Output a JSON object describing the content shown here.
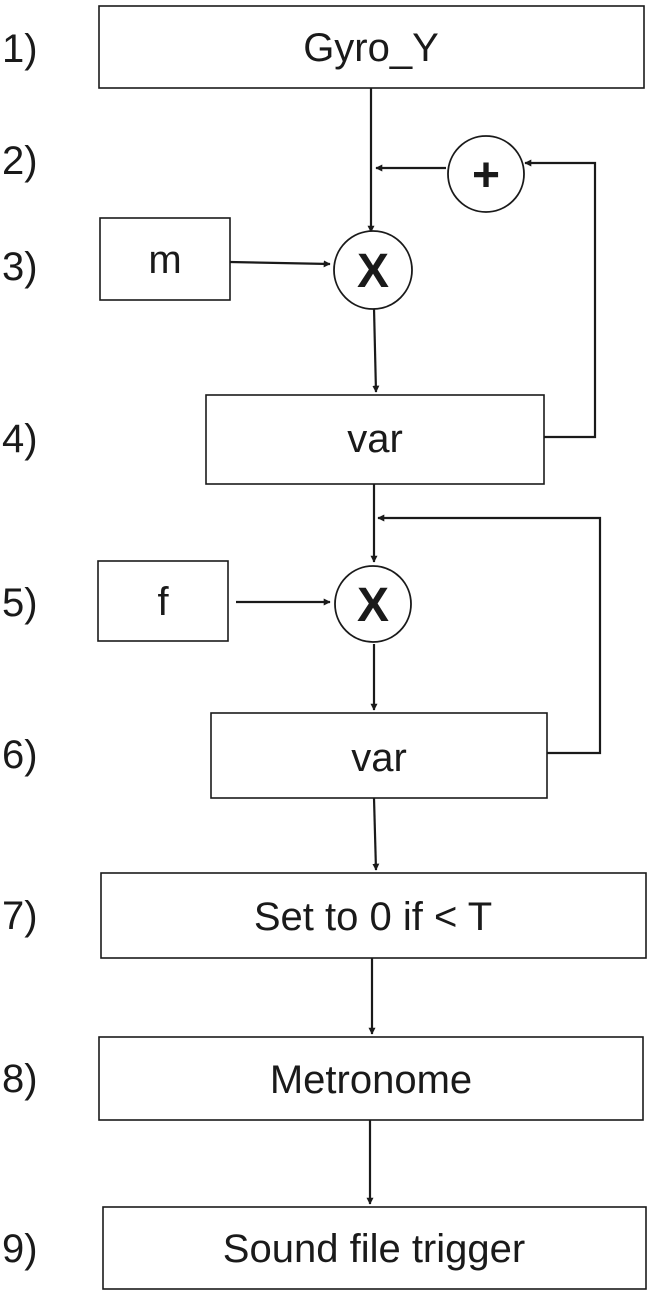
{
  "steps": [
    "1)",
    "2)",
    "3)",
    "4)",
    "5)",
    "6)",
    "7)",
    "8)",
    "9)"
  ],
  "boxes": {
    "gyro": "Gyro_Y",
    "m": "m",
    "var1": "var",
    "f": "f",
    "var2": "var",
    "threshold": "Set to 0 if < T",
    "metronome": "Metronome",
    "sound": "Sound file trigger"
  },
  "operators": {
    "add": "+",
    "multiply1": "X",
    "multiply2": "X"
  }
}
